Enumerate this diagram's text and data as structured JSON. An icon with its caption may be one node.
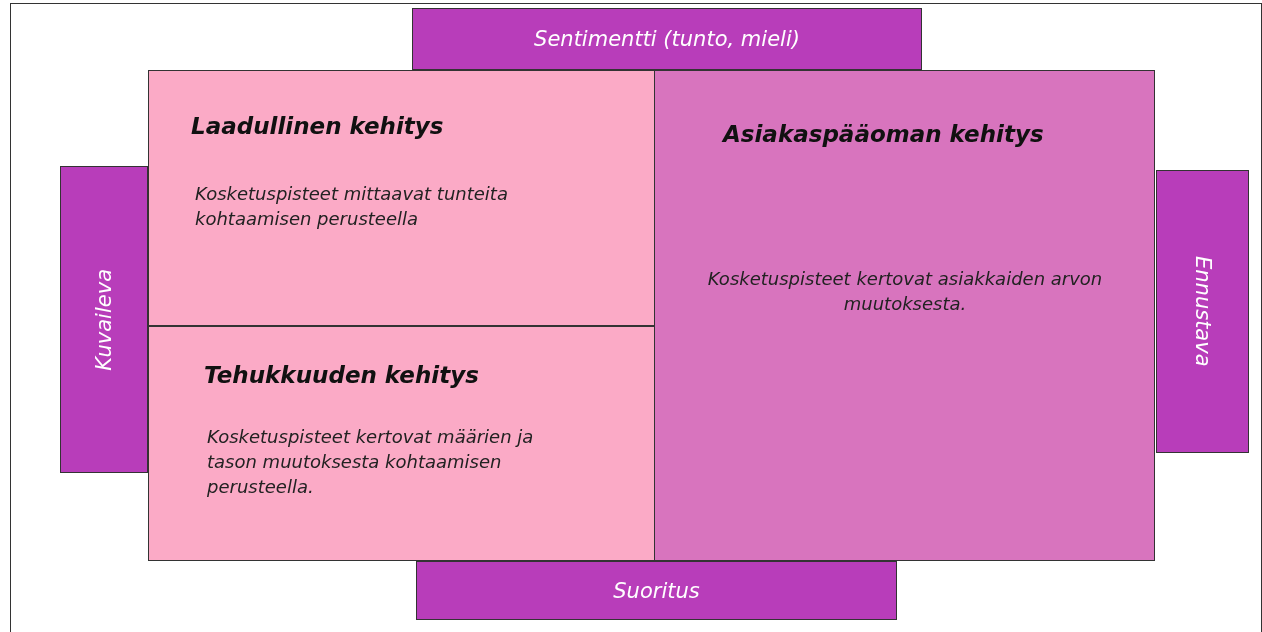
{
  "diagram": {
    "nodes": [
      {
        "text": [
          "Sentimentti (tunto, mieli)"
        ]
      },
      {
        "text": [
          "Kuvaileva"
        ]
      },
      {
        "text": [
          "Laadullinen kehitys",
          "Kosketuspisteet mittaavat tunteita kohtaamisen perusteella"
        ]
      },
      {
        "text": [
          "Asiakaspääoman kehitys",
          "Kosketuspisteet kertovat asiakkaiden arvon muutoksesta."
        ]
      },
      {
        "text": [
          "Ennustava"
        ]
      },
      {
        "text": [
          "Tehukkuuden kehitys",
          "Kosketuspisteet kertovat määrien ja tason muutoksesta kohtaamisen perusteella."
        ]
      },
      {
        "text": [
          "Suoritus"
        ]
      }
    ],
    "edges": []
  }
}
